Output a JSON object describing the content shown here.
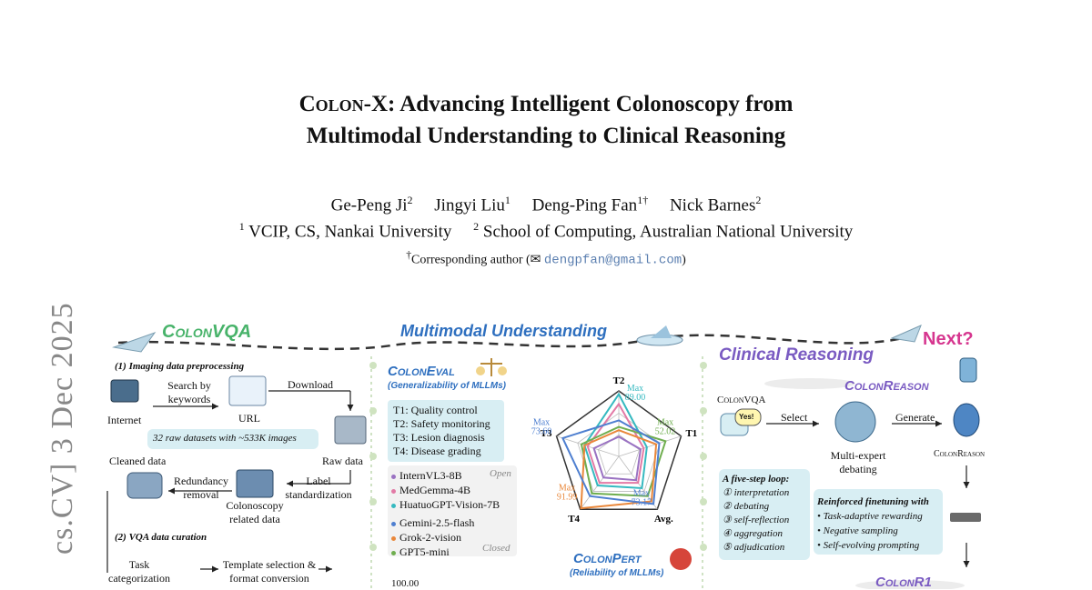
{
  "paper": {
    "title_prefix": "Colon-X",
    "title_line1_rest": ": Advancing Intelligent Colonoscopy from",
    "title_line2": "Multimodal Understanding to Clinical Reasoning",
    "authors": [
      {
        "name": "Ge-Peng Ji",
        "aff": "2"
      },
      {
        "name": "Jingyi Liu",
        "aff": "1"
      },
      {
        "name": "Deng-Ping Fan",
        "aff": "1†"
      },
      {
        "name": "Nick Barnes",
        "aff": "2"
      }
    ],
    "affiliations": [
      {
        "num": "1",
        "text": "VCIP, CS, Nankai University"
      },
      {
        "num": "2",
        "text": "School of Computing, Australian National University"
      }
    ],
    "corresponding_prefix": "Corresponding author (",
    "corresponding_dagger": "†",
    "email": "dengpfan@gmail.com",
    "corresponding_suffix": ")",
    "arxiv_stamp": "cs.CV]  3 Dec 2025"
  },
  "figure": {
    "colonvqa_title": "ColonVQA",
    "mm_title": "Multimodal Understanding",
    "clinical_title": "Clinical Reasoning",
    "next_label": "Next?",
    "step1_title": "(1) Imaging data preprocessing",
    "internet_label": "Internet",
    "search_label_1": "Search by",
    "search_label_2": "keywords",
    "url_label": "URL",
    "download_label": "Download",
    "raw_datasets_note": "32 raw datasets with ~533K images",
    "raw_data_label": "Raw data",
    "cleaned_data_label": "Cleaned data",
    "redundancy_label_1": "Redundancy",
    "redundancy_label_2": "removal",
    "colonoscopy_data_1": "Colonoscopy",
    "colonoscopy_data_2": "related data",
    "label_std_1": "Label",
    "label_std_2": "standardization",
    "step2_title": "(2) VQA data curation",
    "task_cat_1": "Task",
    "task_cat_2": "categorization",
    "template_1": "Template selection &",
    "template_2": "format conversion",
    "coloneval_title": "ColonEval",
    "coloneval_sub": "(Generalizability of MLLMs)",
    "tasks": [
      "T1: Quality control",
      "T2: Safety monitoring",
      "T3: Lesion diagnosis",
      "T4: Disease grading"
    ],
    "open_label": "Open",
    "closed_label": "Closed",
    "models_open": [
      {
        "name": "InternVL3-8B",
        "color": "#9a72c2"
      },
      {
        "name": "MedGemma-4B",
        "color": "#e27aa6"
      },
      {
        "name": "HuatuoGPT-Vision-7B",
        "color": "#35b9c0"
      }
    ],
    "models_closed": [
      {
        "name": "Gemini-2.5-flash",
        "color": "#4e7fd0"
      },
      {
        "name": "Grok-2-vision",
        "color": "#e9873a"
      },
      {
        "name": "GPT5-mini",
        "color": "#6fae4f"
      }
    ],
    "colonpert_title": "ColonPert",
    "colonpert_sub": "(Reliability of MLLMs)",
    "bottom_value": "100.00",
    "colonreason_title": "ColonReason",
    "colonvqa_small": "ColonVQA",
    "yes_label": "Yes!",
    "select_label": "Select",
    "generate_label": "Generate",
    "multi_expert_1": "Multi-expert",
    "multi_expert_2": "debating",
    "colonreason_small": "ColonReason",
    "loop_title": "A five-step loop:",
    "loop_steps": [
      "① interpretation",
      "② debating",
      "③ self-reflection",
      "④ aggregation",
      "⑤ adjudication"
    ],
    "rft_title": "Reinforced finetuning with",
    "rft_items": [
      "Task-adaptive rewarding",
      "Negative sampling",
      "Self-evolving prompting"
    ],
    "colonr1_title": "ColonR1"
  },
  "chart_data": {
    "type": "radar",
    "axes": [
      "T1",
      "T2",
      "T3",
      "T4",
      "Avg."
    ],
    "annotations": [
      {
        "axis": "T2",
        "label": "Max",
        "value": "89.00",
        "color": "#35b9c0"
      },
      {
        "axis": "T1",
        "label": "Max",
        "value": "52.02",
        "color": "#6fae4f"
      },
      {
        "axis": "T3",
        "label": "Max",
        "value": "73.60",
        "color": "#4e7fd0"
      },
      {
        "axis": "T4",
        "label": "Max",
        "value": "91.99",
        "color": "#e9873a"
      },
      {
        "axis": "Avg.",
        "label": "Max",
        "value": "73.17",
        "color": "#4e7fd0"
      }
    ],
    "series": [
      {
        "color": "#35b9c0",
        "values": [
          0.45,
          0.95,
          0.55,
          0.55,
          0.6
        ]
      },
      {
        "color": "#e27aa6",
        "values": [
          0.4,
          0.8,
          0.5,
          0.5,
          0.5
        ]
      },
      {
        "color": "#6fae4f",
        "values": [
          0.75,
          0.45,
          0.6,
          0.7,
          0.75
        ]
      },
      {
        "color": "#e9873a",
        "values": [
          0.6,
          0.4,
          0.55,
          0.98,
          0.85
        ]
      },
      {
        "color": "#4e7fd0",
        "values": [
          0.65,
          0.55,
          0.9,
          0.75,
          0.9
        ]
      },
      {
        "color": "#9a72c2",
        "values": [
          0.35,
          0.3,
          0.4,
          0.4,
          0.45
        ]
      }
    ]
  }
}
